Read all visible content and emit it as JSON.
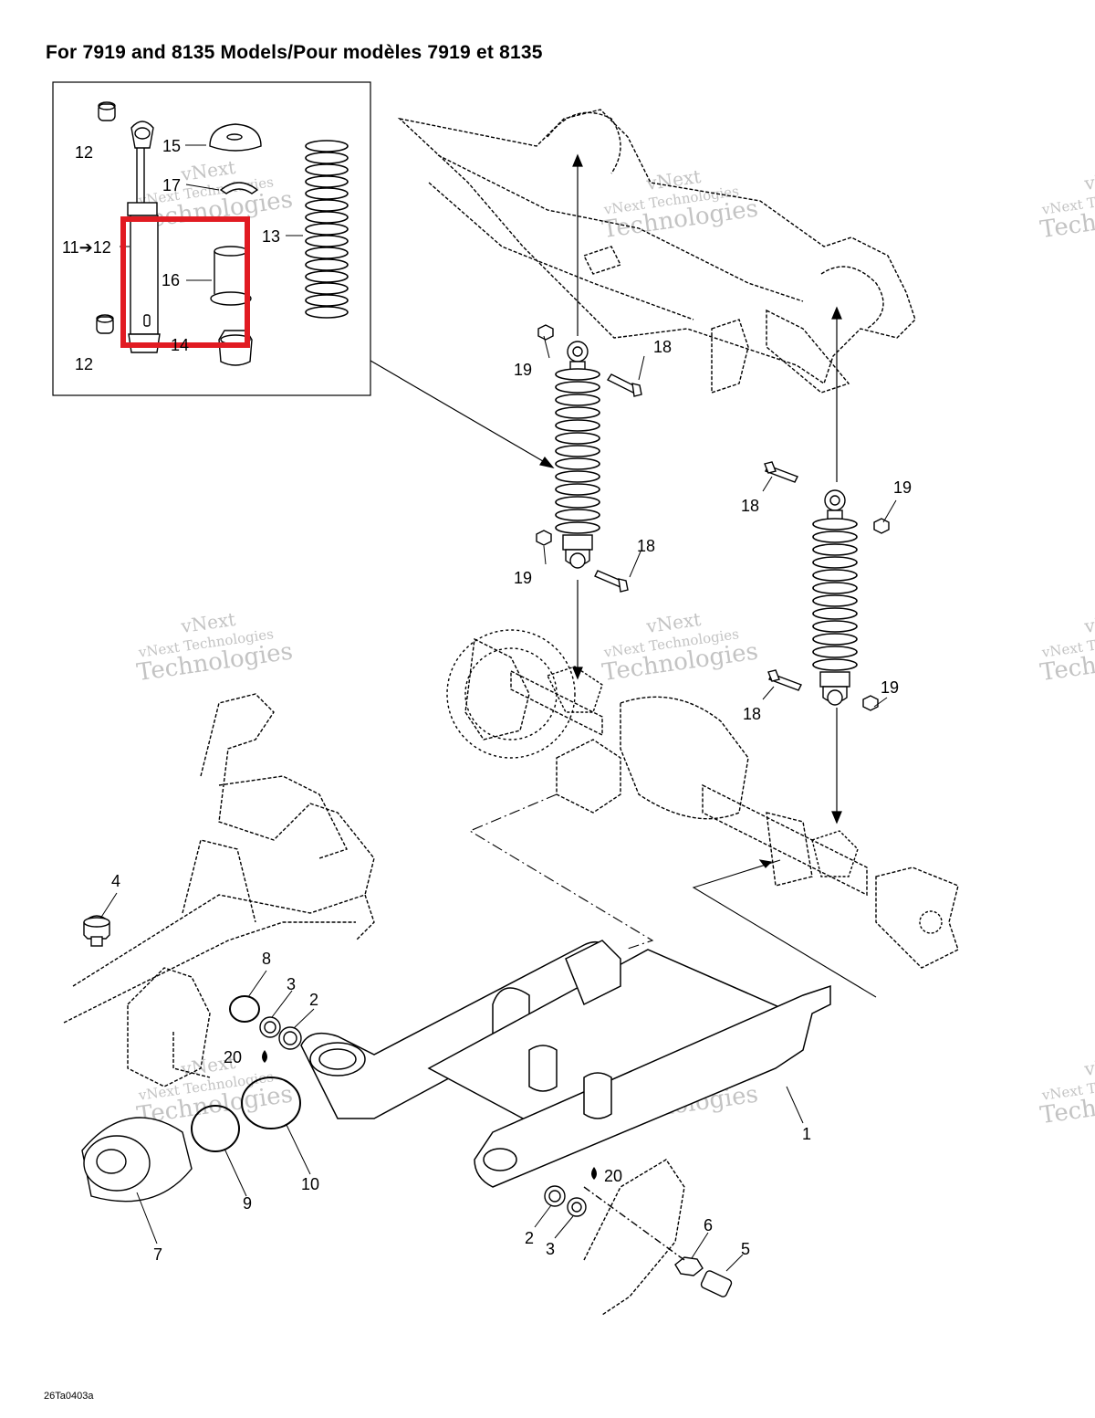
{
  "title": "For 7919 and 8135 Models/Pour modèles 7919 et 8135",
  "reference_code": "26Ta0403a",
  "watermark": {
    "line1": "vNext",
    "line2": "vNext Technologies",
    "line3": "Technologies"
  },
  "highlight_color": "#e11b22",
  "callouts": {
    "c1": "1",
    "c2a": "2",
    "c2b": "2",
    "c3a": "3",
    "c3b": "3",
    "c4": "4",
    "c5": "5",
    "c6": "6",
    "c7": "7",
    "c8": "8",
    "c9": "9",
    "c10": "10",
    "c11": "11➔12",
    "c12a": "12",
    "c12b": "12",
    "c13": "13",
    "c14": "14",
    "c15": "15",
    "c16": "16",
    "c17": "17",
    "c18a": "18",
    "c18b": "18",
    "c18c": "18",
    "c18d": "18",
    "c19a": "19",
    "c19b": "19",
    "c19c": "19",
    "c19d": "19",
    "c20a": "20",
    "c20b": "20"
  }
}
